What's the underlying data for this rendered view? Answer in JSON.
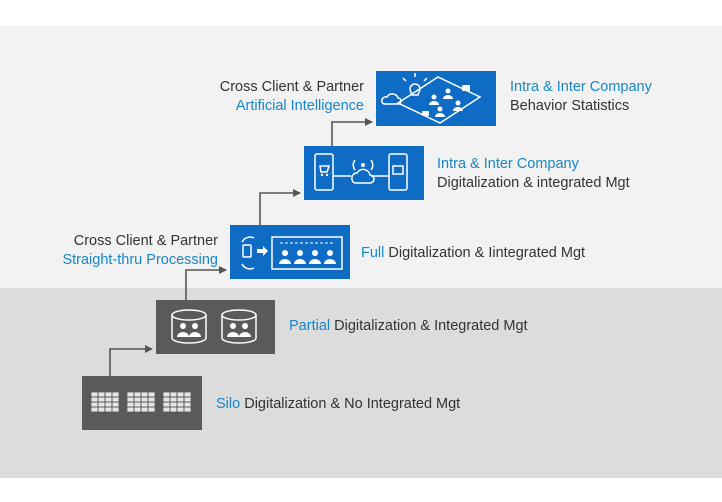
{
  "steps": [
    {
      "level": 1,
      "highlight": "Silo",
      "rest": " Digitalization & No Integrated Mgt",
      "style": "gray",
      "icon": "table-grid-icon"
    },
    {
      "level": 2,
      "highlight": "Partial",
      "rest": " Digitalization & Integrated Mgt",
      "style": "gray",
      "icon": "database-users-icon"
    },
    {
      "level": 3,
      "highlight": "Full",
      "rest": " Digitalization & Iintegrated Mgt",
      "style": "blue",
      "icon": "workflow-users-icon"
    },
    {
      "level": 4,
      "line1": "Intra  & Inter Company",
      "line2": "Digitalization & integrated Mgt",
      "style": "blue",
      "icon": "mobile-cloud-icon"
    },
    {
      "level": 5,
      "line1": "Intra  & Inter Company",
      "line2": "Behavior Statistics",
      "style": "blue",
      "icon": "ai-phone-icon"
    }
  ],
  "side_labels": {
    "stp": {
      "line1": "Cross Client & Partner",
      "line2": "Straight-thru Processing"
    },
    "ai": {
      "line1": "Cross Client & Partner",
      "line2": "Artificial Intelligence"
    }
  },
  "colors": {
    "blue_box": "#0e6cc4",
    "gray_box": "#5a5a5a",
    "highlight_text": "#1787c9",
    "body_text": "#333333",
    "band_light": "#f2f2f2",
    "band_dark": "#dcdcdc"
  }
}
